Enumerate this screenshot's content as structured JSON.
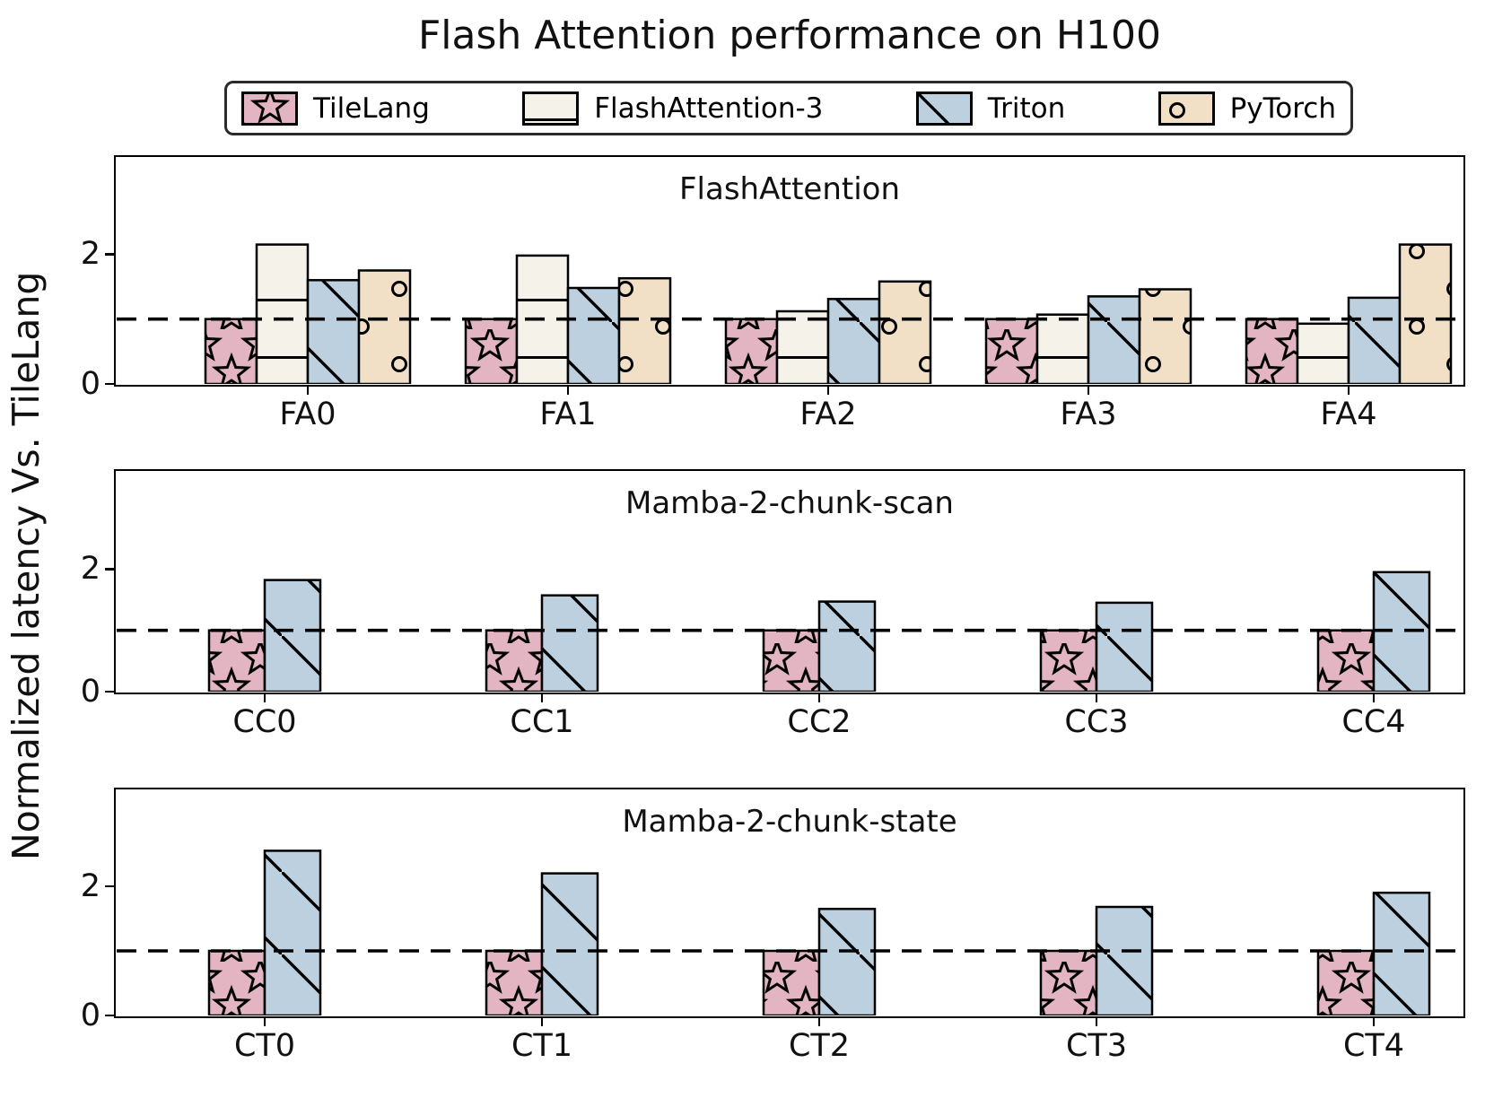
{
  "title": "Flash Attention performance on H100",
  "ylabel": "Normalized latency Vs. TileLang",
  "colors": {
    "tilelang": "#e3b5c3",
    "flashattention3": "#f5f2e9",
    "triton": "#bdd0e0",
    "pytorch": "#f1e0c6",
    "edge": "#000000",
    "baseline_dash": "#000000"
  },
  "legend": {
    "items": [
      {
        "label": "TileLang",
        "hatch": "star-hatch",
        "color": "#e3b5c3"
      },
      {
        "label": "FlashAttention-3",
        "hatch": "horizontal-line-hatch",
        "color": "#f5f2e9"
      },
      {
        "label": "Triton",
        "hatch": "diagonal-line-hatch",
        "color": "#bdd0e0"
      },
      {
        "label": "PyTorch",
        "hatch": "circle-hatch",
        "color": "#f1e0c6"
      }
    ]
  },
  "chart_data": [
    {
      "type": "bar",
      "subplot_title": "FlashAttention",
      "categories": [
        "FA0",
        "FA1",
        "FA2",
        "FA3",
        "FA4"
      ],
      "series": [
        {
          "name": "TileLang",
          "values": [
            1.0,
            1.0,
            1.0,
            1.0,
            1.0
          ]
        },
        {
          "name": "FlashAttention-3",
          "values": [
            2.15,
            1.98,
            1.12,
            1.07,
            0.93
          ]
        },
        {
          "name": "Triton",
          "values": [
            1.6,
            1.48,
            1.31,
            1.35,
            1.33
          ]
        },
        {
          "name": "PyTorch",
          "values": [
            1.75,
            1.63,
            1.58,
            1.46,
            2.15
          ]
        }
      ],
      "ylim": [
        0,
        3.5
      ],
      "yticks": [
        0,
        2
      ],
      "baseline": 1.0,
      "grid": false
    },
    {
      "type": "bar",
      "subplot_title": "Mamba-2-chunk-scan",
      "categories": [
        "CC0",
        "CC1",
        "CC2",
        "CC3",
        "CC4"
      ],
      "series": [
        {
          "name": "TileLang",
          "values": [
            1.0,
            1.0,
            1.0,
            1.0,
            1.0
          ]
        },
        {
          "name": "Triton",
          "values": [
            1.82,
            1.57,
            1.47,
            1.45,
            1.95
          ]
        }
      ],
      "ylim": [
        0,
        3.6
      ],
      "yticks": [
        0,
        2
      ],
      "baseline": 1.0,
      "grid": false
    },
    {
      "type": "bar",
      "subplot_title": "Mamba-2-chunk-state",
      "categories": [
        "CT0",
        "CT1",
        "CT2",
        "CT3",
        "CT4"
      ],
      "series": [
        {
          "name": "TileLang",
          "values": [
            1.0,
            1.0,
            1.0,
            1.0,
            1.0
          ]
        },
        {
          "name": "Triton",
          "values": [
            2.55,
            2.2,
            1.65,
            1.68,
            1.9
          ]
        }
      ],
      "ylim": [
        0,
        3.5
      ],
      "yticks": [
        0,
        2
      ],
      "baseline": 1.0,
      "grid": false
    }
  ]
}
